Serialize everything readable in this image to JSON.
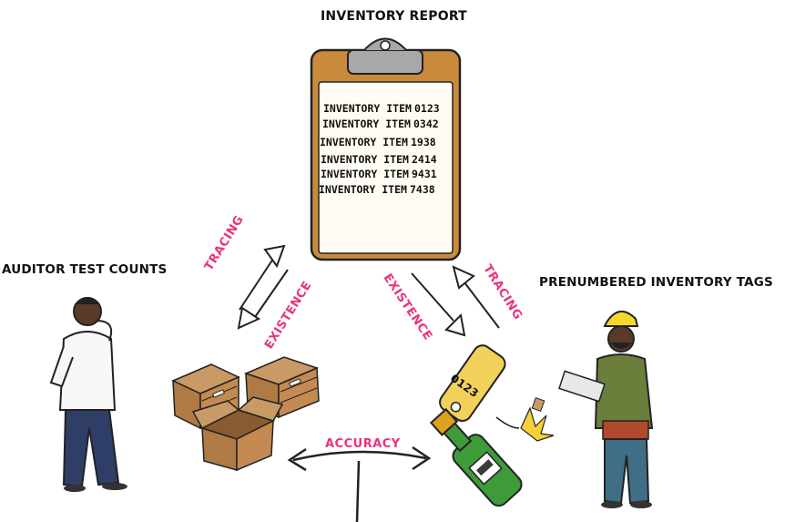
{
  "title": "INVENTORY REPORT",
  "report_items": [
    {
      "name": "INVENTORY ITEM",
      "number": "0123"
    },
    {
      "name": "INVENTORY ITEM",
      "number": "0342"
    },
    {
      "name": "INVENTORY ITEM",
      "number": "1938"
    },
    {
      "name": "INVENTORY ITEM",
      "number": "2414"
    },
    {
      "name": "INVENTORY ITEM",
      "number": "9431"
    },
    {
      "name": "INVENTORY ITEM",
      "number": "7438"
    }
  ],
  "left_label": "AUDITOR TEST COUNTS",
  "right_label": "PRENUMBERED INVENTORY TAGS",
  "arrows": {
    "left_tracing": "TRACING",
    "left_existence": "EXISTENCE",
    "right_existence": "EXISTENCE",
    "right_tracing": "TRACING",
    "accuracy": "ACCURACY"
  },
  "tag_number": "0123",
  "colors": {
    "accent_pink": "#e8337f",
    "clipboard_brown": "#c98a3c",
    "box_brown": "#b07a45",
    "bottle_green": "#3f9a3a"
  }
}
